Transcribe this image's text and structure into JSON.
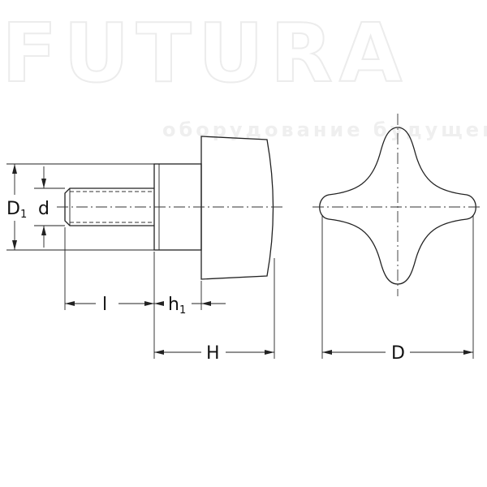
{
  "watermark": {
    "brand": "FUTURA",
    "tagline": "оборудование будущего"
  },
  "dimensions": {
    "D1": {
      "main": "D",
      "sub": "1"
    },
    "d": {
      "main": "d"
    },
    "l": {
      "main": "l"
    },
    "h1": {
      "main": "h",
      "sub": "1"
    },
    "H": {
      "main": "H"
    },
    "D": {
      "main": "D"
    }
  }
}
